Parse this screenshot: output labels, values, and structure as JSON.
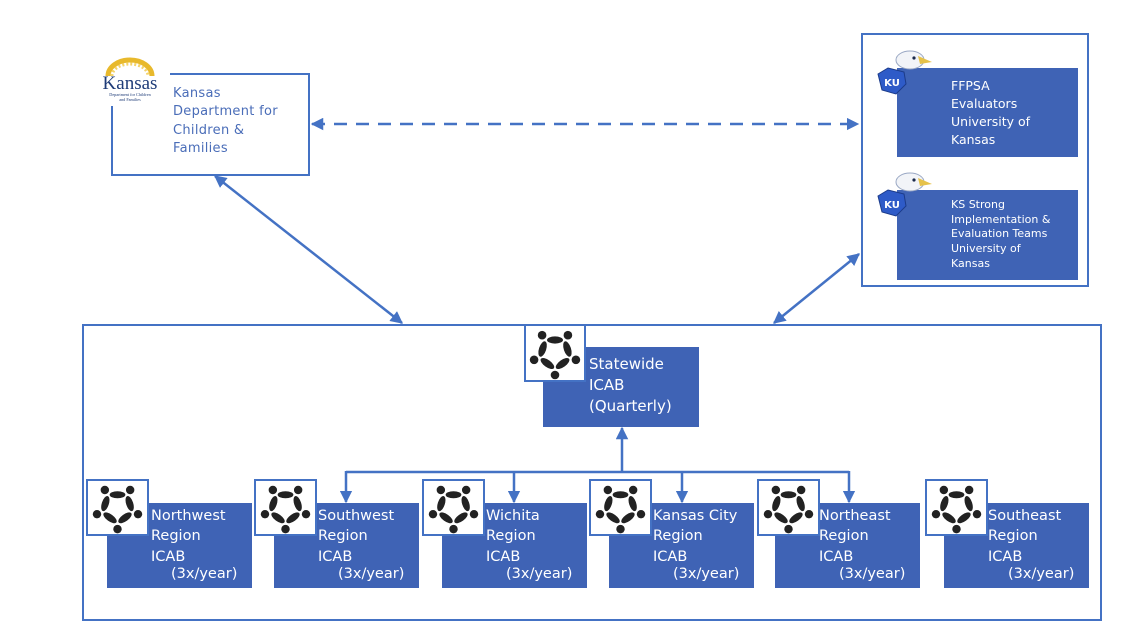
{
  "colors": {
    "accent": "#4472C4",
    "box_fill": "#3F63B5",
    "box_text": "#FFFFFF",
    "dcf_text": "#4A6DB8",
    "icon_fill": "#222222"
  },
  "dcf": {
    "logo": {
      "wordmark": "Kansas",
      "subtitle": "Department for Children and Families"
    },
    "label": "Kansas\nDepartment for\nChildren &\nFamilies"
  },
  "ku": {
    "boxes": [
      {
        "label": "FFPSA\nEvaluators\nUniversity of\nKansas",
        "icon": "jayhawk-icon"
      },
      {
        "label": "KS Strong\nImplementation &\nEvaluation Teams\nUniversity of\nKansas",
        "icon": "jayhawk-icon"
      }
    ]
  },
  "connectors": [
    {
      "from": "dcf",
      "to": "ku",
      "style": "dashed",
      "direction": "both"
    },
    {
      "from": "dcf",
      "to": "icab-container",
      "style": "solid",
      "direction": "both"
    },
    {
      "from": "ku",
      "to": "icab-container",
      "style": "solid",
      "direction": "both"
    },
    {
      "from": "regions",
      "to": "statewide",
      "style": "solid",
      "direction": "both"
    }
  ],
  "statewide": {
    "label": "Statewide\nICAB\n(Quarterly)",
    "icon": "people-circle-icon"
  },
  "regions": [
    {
      "label": "Northwest\nRegion\nICAB",
      "frequency": "(3x/year)"
    },
    {
      "label": "Southwest\nRegion\nICAB",
      "frequency": "(3x/year)"
    },
    {
      "label": "Wichita\nRegion\nICAB",
      "frequency": "(3x/year)"
    },
    {
      "label": "Kansas City\nRegion\nICAB",
      "frequency": "(3x/year)"
    },
    {
      "label": "Northeast\nRegion\nICAB",
      "frequency": "(3x/year)"
    },
    {
      "label": "Southeast\nRegion\nICAB",
      "frequency": "(3x/year)"
    }
  ]
}
